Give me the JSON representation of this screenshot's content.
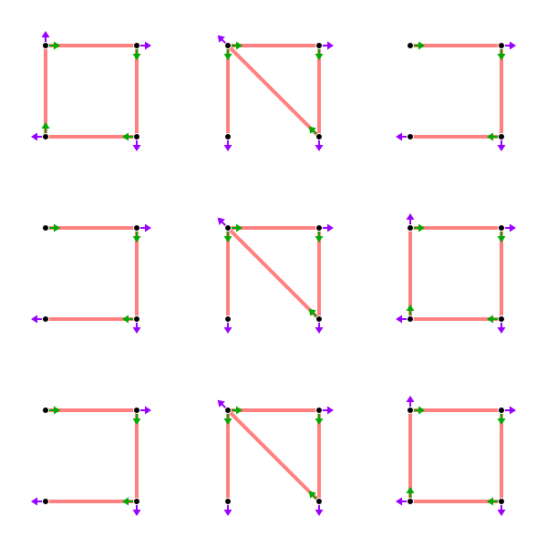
{
  "colors": {
    "background": "#ffffff",
    "edge": "#ff8080",
    "node": "#000000",
    "node_outline": "#ffffff",
    "inner_arrow": "#00aa00",
    "outer_arrow": "#9900ff"
  },
  "grid": {
    "rows": 3,
    "cols": 3
  },
  "panels": [
    {
      "nodes": [
        "tl",
        "tr",
        "br",
        "bl"
      ],
      "edges": [
        [
          "tl",
          "tr"
        ],
        [
          "tr",
          "br"
        ],
        [
          "br",
          "bl"
        ],
        [
          "bl",
          "tl"
        ]
      ],
      "inner_arrows": [
        [
          "tl",
          "E"
        ],
        [
          "tr",
          "S"
        ],
        [
          "br",
          "W"
        ],
        [
          "bl",
          "N"
        ]
      ],
      "outer_arrows": [
        [
          "tl",
          "N"
        ],
        [
          "tr",
          "E"
        ],
        [
          "br",
          "S"
        ],
        [
          "bl",
          "W"
        ]
      ]
    },
    {
      "nodes": [
        "tl",
        "tr",
        "br",
        "bl"
      ],
      "edges": [
        [
          "tl",
          "tr"
        ],
        [
          "tr",
          "br"
        ],
        [
          "tl",
          "br"
        ],
        [
          "tl",
          "bl"
        ]
      ],
      "inner_arrows": [
        [
          "tl",
          "E"
        ],
        [
          "tl",
          "S"
        ],
        [
          "tr",
          "S"
        ],
        [
          "br",
          "NW"
        ]
      ],
      "outer_arrows": [
        [
          "tl",
          "NW"
        ],
        [
          "tr",
          "E"
        ],
        [
          "br",
          "S"
        ],
        [
          "bl",
          "S"
        ]
      ]
    },
    {
      "nodes": [
        "tl",
        "tr",
        "br",
        "bl"
      ],
      "edges": [
        [
          "tl",
          "tr"
        ],
        [
          "tr",
          "br"
        ],
        [
          "br",
          "bl"
        ]
      ],
      "inner_arrows": [
        [
          "tl",
          "E"
        ],
        [
          "tr",
          "S"
        ],
        [
          "br",
          "W"
        ]
      ],
      "outer_arrows": [
        [
          "tr",
          "E"
        ],
        [
          "br",
          "S"
        ],
        [
          "bl",
          "W"
        ]
      ]
    },
    {
      "nodes": [
        "tl",
        "tr",
        "br",
        "bl"
      ],
      "edges": [
        [
          "tl",
          "tr"
        ],
        [
          "tr",
          "br"
        ],
        [
          "br",
          "bl"
        ]
      ],
      "inner_arrows": [
        [
          "tl",
          "E"
        ],
        [
          "tr",
          "S"
        ],
        [
          "br",
          "W"
        ]
      ],
      "outer_arrows": [
        [
          "tr",
          "E"
        ],
        [
          "br",
          "S"
        ],
        [
          "bl",
          "W"
        ]
      ]
    },
    {
      "nodes": [
        "tl",
        "tr",
        "br",
        "bl"
      ],
      "edges": [
        [
          "tl",
          "tr"
        ],
        [
          "tr",
          "br"
        ],
        [
          "tl",
          "br"
        ],
        [
          "tl",
          "bl"
        ]
      ],
      "inner_arrows": [
        [
          "tl",
          "E"
        ],
        [
          "tl",
          "S"
        ],
        [
          "tr",
          "S"
        ],
        [
          "br",
          "NW"
        ]
      ],
      "outer_arrows": [
        [
          "tl",
          "NW"
        ],
        [
          "tr",
          "E"
        ],
        [
          "br",
          "S"
        ],
        [
          "bl",
          "S"
        ]
      ]
    },
    {
      "nodes": [
        "tl",
        "tr",
        "br",
        "bl"
      ],
      "edges": [
        [
          "tl",
          "tr"
        ],
        [
          "tr",
          "br"
        ],
        [
          "br",
          "bl"
        ],
        [
          "bl",
          "tl"
        ]
      ],
      "inner_arrows": [
        [
          "tl",
          "E"
        ],
        [
          "tr",
          "S"
        ],
        [
          "br",
          "W"
        ],
        [
          "bl",
          "N"
        ]
      ],
      "outer_arrows": [
        [
          "tl",
          "N"
        ],
        [
          "tr",
          "E"
        ],
        [
          "br",
          "S"
        ],
        [
          "bl",
          "W"
        ]
      ]
    },
    {
      "nodes": [
        "tl",
        "tr",
        "br",
        "bl"
      ],
      "edges": [
        [
          "tl",
          "tr"
        ],
        [
          "tr",
          "br"
        ],
        [
          "br",
          "bl"
        ]
      ],
      "inner_arrows": [
        [
          "tl",
          "E"
        ],
        [
          "tr",
          "S"
        ],
        [
          "br",
          "W"
        ]
      ],
      "outer_arrows": [
        [
          "tr",
          "E"
        ],
        [
          "br",
          "S"
        ],
        [
          "bl",
          "W"
        ]
      ]
    },
    {
      "nodes": [
        "tl",
        "tr",
        "br",
        "bl"
      ],
      "edges": [
        [
          "tl",
          "tr"
        ],
        [
          "tr",
          "br"
        ],
        [
          "tl",
          "br"
        ],
        [
          "tl",
          "bl"
        ]
      ],
      "inner_arrows": [
        [
          "tl",
          "E"
        ],
        [
          "tl",
          "S"
        ],
        [
          "tr",
          "S"
        ],
        [
          "br",
          "NW"
        ]
      ],
      "outer_arrows": [
        [
          "tl",
          "NW"
        ],
        [
          "tr",
          "E"
        ],
        [
          "br",
          "S"
        ],
        [
          "bl",
          "S"
        ]
      ]
    },
    {
      "nodes": [
        "tl",
        "tr",
        "br",
        "bl"
      ],
      "edges": [
        [
          "tl",
          "tr"
        ],
        [
          "tr",
          "br"
        ],
        [
          "br",
          "bl"
        ],
        [
          "bl",
          "tl"
        ]
      ],
      "inner_arrows": [
        [
          "tl",
          "E"
        ],
        [
          "tr",
          "S"
        ],
        [
          "br",
          "W"
        ],
        [
          "bl",
          "N"
        ]
      ],
      "outer_arrows": [
        [
          "tl",
          "N"
        ],
        [
          "tr",
          "E"
        ],
        [
          "br",
          "S"
        ],
        [
          "bl",
          "W"
        ]
      ]
    }
  ]
}
